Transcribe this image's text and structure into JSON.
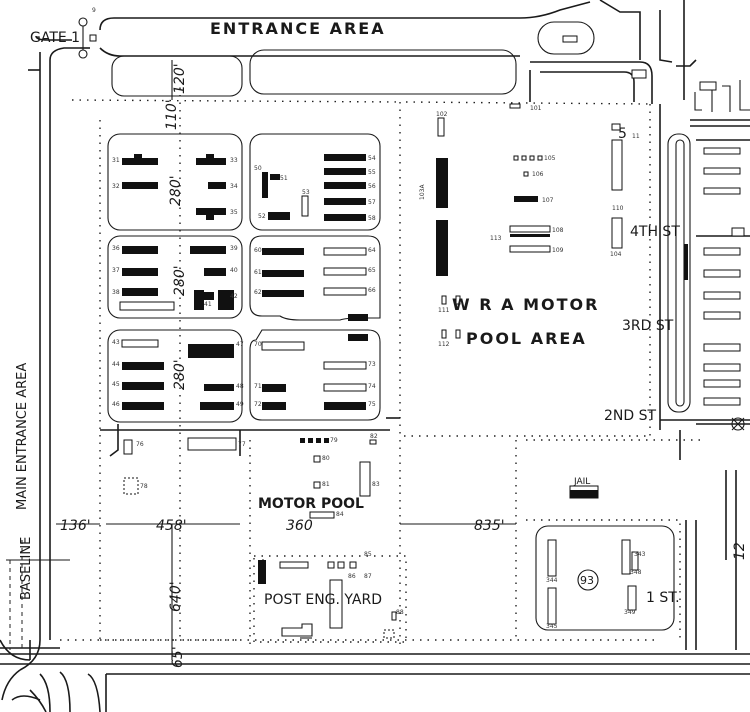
{
  "labels": {
    "gate": "GATE 1",
    "entrance_area": "ENTRANCE    AREA",
    "main_entrance_area": "MAIN  ENTRANCE  AREA",
    "baseline": "BASELINE",
    "wra_motor": "W R A   MOTOR",
    "pool_area": "POOL   AREA",
    "motor_pool": "MOTOR POOL",
    "post_eng_yard": "POST  ENG. YARD",
    "street_5th": "5",
    "street_4th": "4TH ST",
    "street_3rd": "3RD ST",
    "street_2nd": "2ND ST",
    "street_1st": "1 ST.",
    "jail": "JAIL",
    "circle_tag": "93"
  },
  "dimensions": {
    "d280_a": "280'",
    "d280_b": "280'",
    "d280_c": "280'",
    "d120": "120'",
    "d110": "110'",
    "d136": "136'",
    "d458": "458'",
    "d360": "360",
    "d640": "640'",
    "d65": "65'",
    "d835": "835'",
    "d12": "12"
  },
  "tiny_labels": {
    "t101": "101",
    "t102": "102",
    "t103": "103A",
    "t104": "104",
    "t105": "105",
    "t106": "106",
    "t107": "107",
    "t108": "108",
    "t109": "109",
    "t110": "110",
    "t111": "111",
    "t112": "112",
    "t113": "113",
    "t9": "9",
    "t11": "11",
    "t31": "31",
    "t32": "32",
    "t33": "33",
    "t34": "34",
    "t35": "35",
    "t36": "36",
    "t37": "37",
    "t38": "38",
    "t39": "39",
    "t40": "40",
    "t41": "41",
    "t42": "42",
    "t43": "43",
    "t44": "44",
    "t45": "45",
    "t46": "46",
    "t47": "47",
    "t48": "48",
    "t49": "49",
    "t50": "50",
    "t51": "51",
    "t52": "52",
    "t53": "53",
    "t54": "54",
    "t55": "55",
    "t56": "56",
    "t57": "57",
    "t58": "58",
    "t60": "60",
    "t61": "61",
    "t62": "62",
    "t64": "64",
    "t65": "65",
    "t66": "66",
    "t70": "70",
    "t71": "71",
    "t72": "72",
    "t73": "73",
    "t74": "74",
    "t75": "75",
    "t76": "76",
    "t77": "77",
    "t78": "78",
    "t79": "79",
    "t80": "80",
    "t81": "81",
    "t82": "82",
    "t83": "83",
    "t84": "84",
    "t85": "85",
    "t86": "86",
    "t87": "87",
    "t88": "88",
    "t343": "343",
    "t344": "344",
    "t345": "345",
    "t348": "348",
    "t349": "349"
  },
  "colors": {
    "ink": "#1a1a1a",
    "paper": "#ffffff"
  }
}
